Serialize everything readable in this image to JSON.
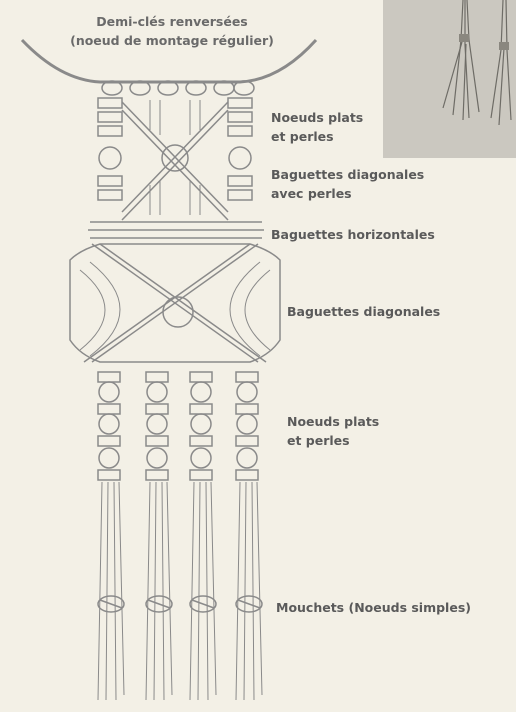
{
  "title_line1": "Demi-clés renversées",
  "title_line2": "(noeud de montage régulier)",
  "labels": {
    "noeuds_plats_top": [
      "Noeuds plats",
      "et perles"
    ],
    "baguettes_diag_perles": [
      "Baguettes diagonales",
      "avec perles"
    ],
    "baguettes_horizontales": "Baguettes horizontales",
    "baguettes_diagonales": "Baguettes diagonales",
    "noeuds_plats_bottom": [
      "Noeuds plats",
      "et perles"
    ],
    "mouchets": "Mouchets (Noeuds simples)"
  },
  "colors": {
    "paper": "#f3f0e6",
    "ink": "#5a5a5a",
    "cord": "#8a8a8a",
    "photo": "#cbc8c0"
  }
}
